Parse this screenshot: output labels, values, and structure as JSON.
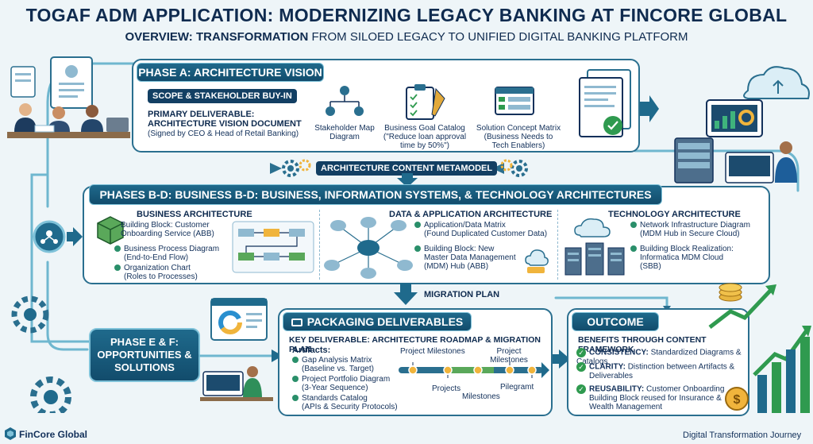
{
  "header": {
    "title": "TOGAF ADM APPLICATION: MODERNIZING LEGACY BANKING AT FINCORE GLOBAL",
    "subtitle_bold": "OVERVIEW: TRANSFORMATION",
    "subtitle_rest": " FROM SILOED LEGACY TO UNIFIED DIGITAL BANKING PLATFORM"
  },
  "phase_a": {
    "banner": "PHASE A: ARCHITECTURE VISION",
    "chip": "SCOPE & STAKEHOLDER BUY-IN",
    "deliverable_line1": "PRIMARY DELIVERABLE:",
    "deliverable_line2": "ARCHITECTURE VISION DOCUMENT",
    "deliverable_note": "(Signed by CEO & Head of Retail Banking)",
    "items": [
      {
        "line1": "Stakeholder Map",
        "line2": "Diagram",
        "line3": ""
      },
      {
        "line1": "Business Goal Catalog",
        "line2": "(\"Reduce loan approval",
        "line3": "time by 50%\")"
      },
      {
        "line1": "Solution Concept Matrix",
        "line2": "(Business Needs to",
        "line3": "Tech Enablers)"
      }
    ]
  },
  "metamodel_label": "ARCHITECTURE CONTENT METAMODEL",
  "phases_bd": {
    "banner": "PHASES B-D: BUSINESS B-D: BUSINESS, INFORMATION SYSTEMS, & TECHNOLOGY ARCHITECTURES",
    "business": {
      "title": "BUSINESS ARCHITECTURE",
      "items": [
        {
          "line1": "Building Block: Customer",
          "line2": "Onboarding Service (ABB)"
        },
        {
          "line1": "Business Process Diagram",
          "line2": "(End-to-End Flow)"
        },
        {
          "line1": "Organization Chart",
          "line2": "(Roles to Processes)"
        }
      ]
    },
    "data_app": {
      "title": "DATA & APPLICATION ARCHITECTURE",
      "items": [
        {
          "line1": "Application/Data Matrix",
          "line2": "(Found Duplicated Customer Data)",
          "line3": ""
        },
        {
          "line1": "Building Block: New",
          "line2": "Master Data Management",
          "line3": "(MDM) Hub (ABB)"
        }
      ]
    },
    "technology": {
      "title": "TECHNOLOGY ARCHITECTURE",
      "items": [
        {
          "line1": "Network Infrastructure Diagram",
          "line2": "(MDM Hub in Secure Cloud)"
        },
        {
          "line1": "Building Block Realization:",
          "line2": "Informatica MDM Cloud",
          "line3": "(SBB)"
        }
      ]
    }
  },
  "migration_label": "MIGRATION PLAN",
  "phase_ef": {
    "line1": "PHASE E & F:",
    "line2": "OPPORTUNITIES &",
    "line3": "SOLUTIONS"
  },
  "packaging": {
    "banner": "PACKAGING DELIVERABLES",
    "key_deliverable": "KEY DELIVERABLE: ARCHITECTURE ROADMAP & MIGRATION PLAN",
    "artifacts_label": "Artifacts:",
    "artifacts": [
      {
        "line1": "Gap Analysis Matrix",
        "line2": "(Baseline vs. Target)"
      },
      {
        "line1": "Project Portfolio Diagram",
        "line2": "(3-Year Sequence)"
      },
      {
        "line1": "Standards Catalog",
        "line2": "(APIs & Security Protocols)"
      }
    ],
    "timeline": {
      "top_left": "Project Milestones",
      "top_right_line1": "Project",
      "top_right_line2": "Milestones",
      "bottom_left": "Projects",
      "bottom_mid": "Milestones",
      "bottom_right": "Pilegramt"
    }
  },
  "outcome": {
    "banner": "OUTCOME",
    "heading": "BENEFITS THROUGH CONTENT FRAMEWORK",
    "benefits": [
      {
        "bold": "CONSISTENCY:",
        "line1": " Standardized Diagrams & Catalogs",
        "line2": ""
      },
      {
        "bold": "CLARITY:",
        "line1": " Distinction between Artifacts &",
        "line2": "Deliverables"
      },
      {
        "bold": "REUSABILITY:",
        "line1": " Customer Onboarding",
        "line2": "Building Block reused for Insurance &",
        "line3": "Wealth Management"
      }
    ]
  },
  "footer": {
    "brand": "FinCore Global",
    "right": "Digital Transformation Journey"
  },
  "colors": {
    "panel_border": "#2a6f8f",
    "banner": "#1f6a8c",
    "accent_green": "#2f9a4f",
    "background": "#eef5f8"
  }
}
